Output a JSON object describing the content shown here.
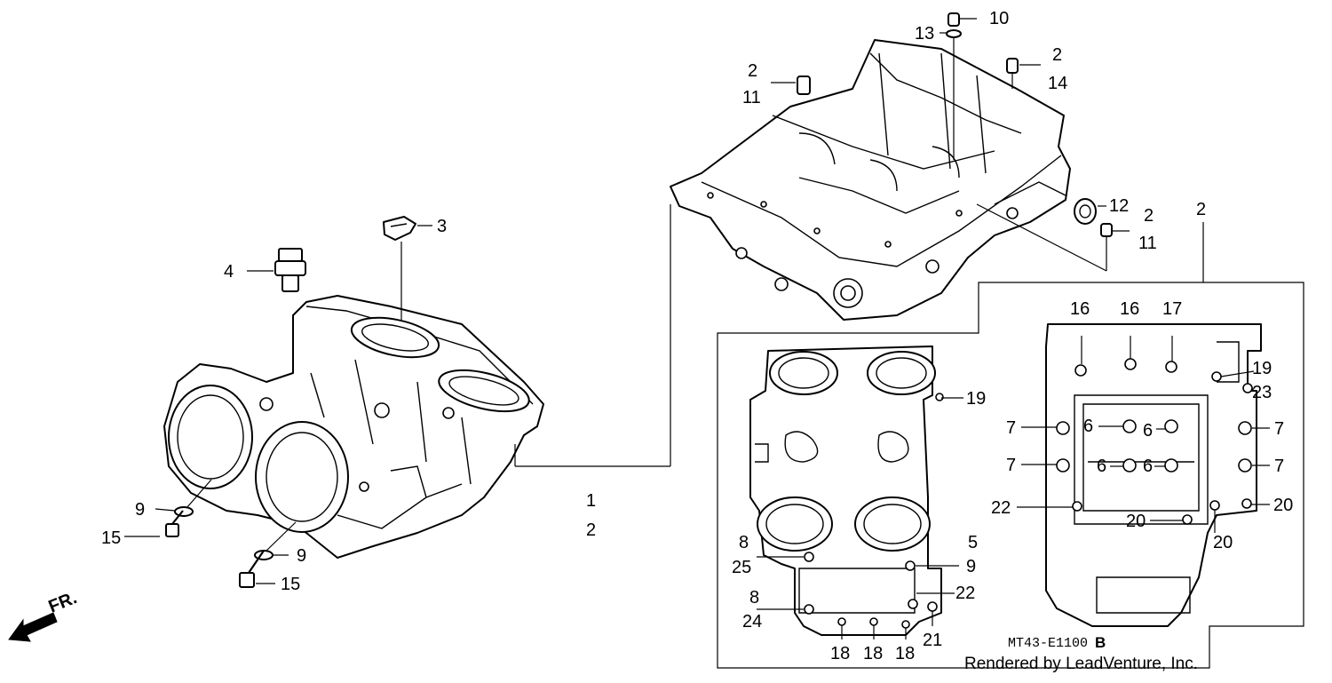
{
  "callouts": [
    {
      "id": "c1",
      "text": "10"
    },
    {
      "id": "c2",
      "text": "13"
    },
    {
      "id": "c3",
      "text": "2"
    },
    {
      "id": "c4",
      "text": "14"
    },
    {
      "id": "c5",
      "text": "2"
    },
    {
      "id": "c6",
      "text": "11"
    },
    {
      "id": "c7",
      "text": "12"
    },
    {
      "id": "c8",
      "text": "2"
    },
    {
      "id": "c9",
      "text": "11"
    },
    {
      "id": "c10",
      "text": "2"
    },
    {
      "id": "c11",
      "text": "3"
    },
    {
      "id": "c12",
      "text": "4"
    },
    {
      "id": "c13",
      "text": "1"
    },
    {
      "id": "c14",
      "text": "2"
    },
    {
      "id": "c15",
      "text": "9"
    },
    {
      "id": "c16",
      "text": "15"
    },
    {
      "id": "c17",
      "text": "9"
    },
    {
      "id": "c18",
      "text": "15"
    },
    {
      "id": "c19",
      "text": "16"
    },
    {
      "id": "c20",
      "text": "16"
    },
    {
      "id": "c21",
      "text": "17"
    },
    {
      "id": "c22",
      "text": "19"
    },
    {
      "id": "c23",
      "text": "23"
    },
    {
      "id": "c24",
      "text": "19"
    },
    {
      "id": "c25",
      "text": "7"
    },
    {
      "id": "c26",
      "text": "6"
    },
    {
      "id": "c27",
      "text": "6"
    },
    {
      "id": "c28",
      "text": "7"
    },
    {
      "id": "c29",
      "text": "7"
    },
    {
      "id": "c30",
      "text": "6"
    },
    {
      "id": "c31",
      "text": "6"
    },
    {
      "id": "c32",
      "text": "7"
    },
    {
      "id": "c33",
      "text": "22"
    },
    {
      "id": "c34",
      "text": "20"
    },
    {
      "id": "c35",
      "text": "20"
    },
    {
      "id": "c36",
      "text": "20"
    },
    {
      "id": "c37",
      "text": "8"
    },
    {
      "id": "c38",
      "text": "25"
    },
    {
      "id": "c39",
      "text": "5"
    },
    {
      "id": "c40",
      "text": "9"
    },
    {
      "id": "c41",
      "text": "22"
    },
    {
      "id": "c42",
      "text": "8"
    },
    {
      "id": "c43",
      "text": "24"
    },
    {
      "id": "c44",
      "text": "21"
    },
    {
      "id": "c45",
      "text": "18"
    },
    {
      "id": "c46",
      "text": "18"
    },
    {
      "id": "c47",
      "text": "18"
    }
  ],
  "direction_label": "FR.",
  "diagram_code": "MT43-E1100",
  "diagram_code_suffix": "B",
  "credit": "Rendered by LeadVenture, Inc."
}
